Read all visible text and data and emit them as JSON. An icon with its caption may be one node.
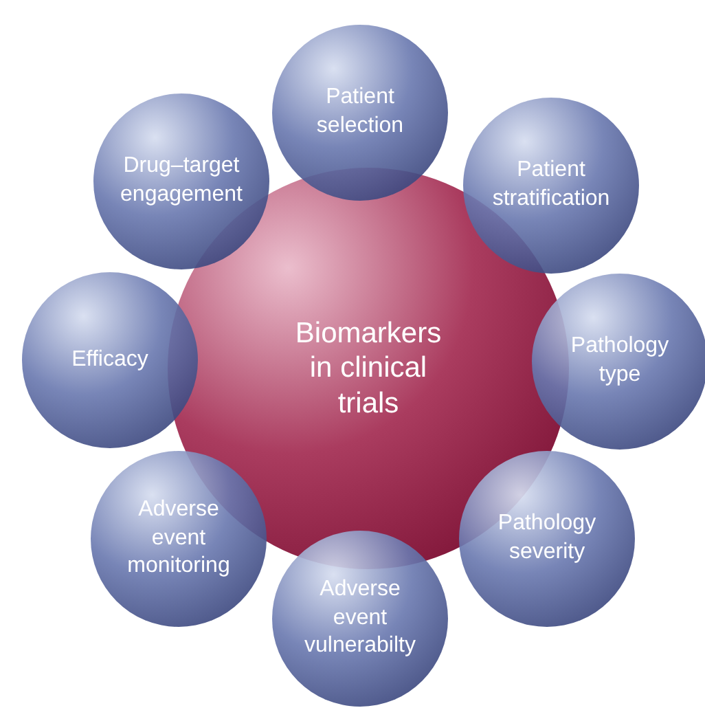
{
  "diagram": {
    "nodes": [
      {
        "text": [
          "Biomarkers in clinical trials"
        ]
      },
      {
        "text": [
          "Patient selection"
        ]
      },
      {
        "text": [
          "Patient stratification"
        ]
      },
      {
        "text": [
          "Pathology type"
        ]
      },
      {
        "text": [
          "Pathology severity"
        ]
      },
      {
        "text": [
          "Adverse event vulnerabilty"
        ]
      },
      {
        "text": [
          "Adverse event monitoring"
        ]
      },
      {
        "text": [
          "Efficacy"
        ]
      },
      {
        "text": [
          "Drug–target engagement"
        ]
      }
    ]
  }
}
